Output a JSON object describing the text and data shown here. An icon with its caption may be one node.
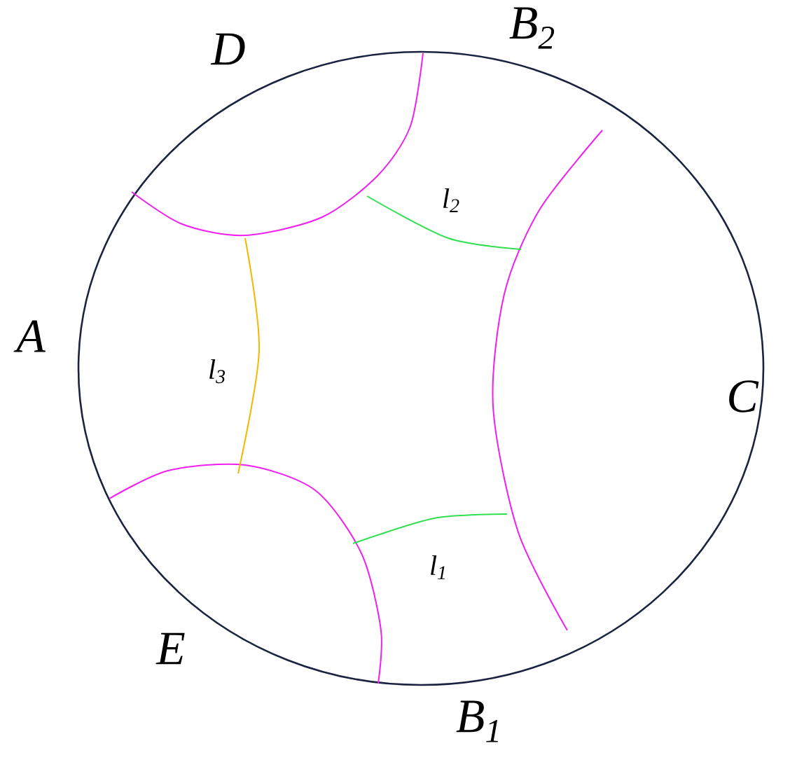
{
  "diagram": {
    "labels": [
      "D",
      "B$_{2}$",
      "l$_{2}$",
      "A",
      "l$_{3}$",
      "C",
      "l$_{1}$",
      "E",
      "B$_{1}$"
    ]
  }
}
